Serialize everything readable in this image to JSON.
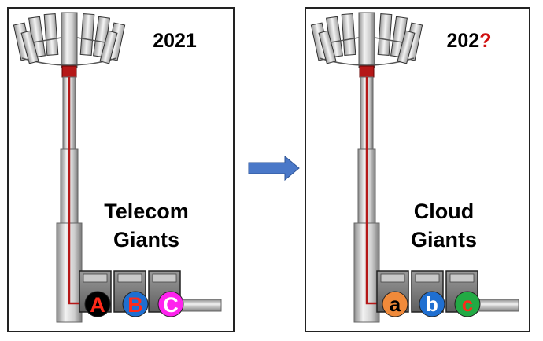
{
  "left": {
    "year": "2021",
    "caption_line1": "Telecom",
    "caption_line2": "Giants",
    "circles": [
      {
        "letter": "A",
        "fill": "#000000",
        "text": "#ff2a1a"
      },
      {
        "letter": "B",
        "fill": "#1f6fd1",
        "text": "#ff2a1a"
      },
      {
        "letter": "C",
        "fill": "#ff22ee",
        "text": "#ffffff"
      }
    ]
  },
  "right": {
    "year_prefix": "202",
    "year_suffix": "?",
    "suffix_color": "#d01010",
    "caption_line1": "Cloud",
    "caption_line2": "Giants",
    "circles": [
      {
        "letter": "a",
        "fill": "#f08a3a",
        "text": "#000000"
      },
      {
        "letter": "b",
        "fill": "#1f6fd1",
        "text": "#ffffff"
      },
      {
        "letter": "c",
        "fill": "#22aa44",
        "text": "#ff2a1a"
      }
    ]
  },
  "arrow_color": "#4a78c8"
}
